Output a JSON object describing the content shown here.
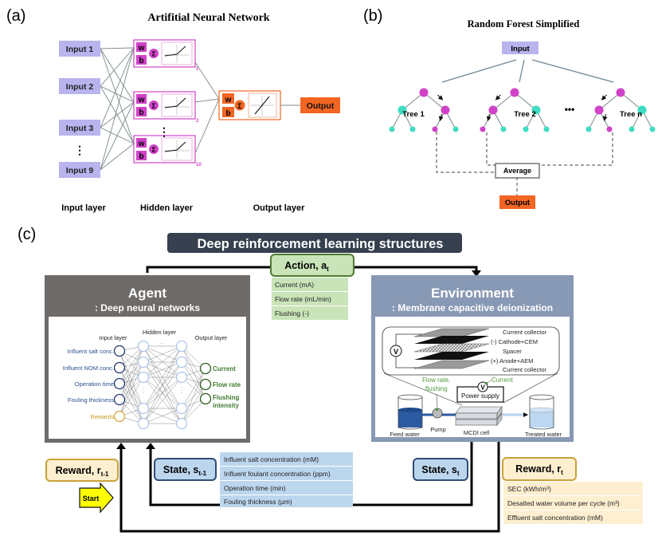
{
  "panel_a": {
    "label": "(a)",
    "title": "Artifitial Neural Network",
    "inputs": [
      "Input 1",
      "Input 2",
      "Input 3",
      "Input  9"
    ],
    "ellipsis": "⋮",
    "neuron_w": "w",
    "neuron_b": "b",
    "neuron_sum": "Σ",
    "hidden_indices": [
      "1",
      "2",
      "10"
    ],
    "output": "Output",
    "layer_labels": [
      "Input layer",
      "Hidden layer",
      "Output layer"
    ],
    "colors": {
      "input": "#b9b3ee",
      "hidden": "#d042c8",
      "output": "#f26522"
    }
  },
  "panel_b": {
    "label": "(b)",
    "title": "Random Forest Simplified",
    "input": "Input",
    "trees": [
      "Tree 1",
      "Tree 2",
      "Tree n"
    ],
    "ellipsis": "•••",
    "average": "Average",
    "output": "Output",
    "colors": {
      "decision_node": "#d042c8",
      "leaf_node": "#3fdcc3"
    }
  },
  "panel_c": {
    "label": "(c)",
    "title": "Deep reinforcement learning structures",
    "action": {
      "label": "Action, a",
      "sub": "t",
      "items": [
        "Current (mA)",
        "Flow rate (mL/min)",
        "Flushing (-)"
      ]
    },
    "agent": {
      "title": "Agent",
      "subtitle": ": Deep neural networks",
      "input_layer": "Input layer",
      "hidden_layer": "Hidden layer",
      "output_layer": "Output layer",
      "inputs": [
        "Influent salt conc.",
        "Influent NOM conc.",
        "Operation time",
        "Fouling thickness",
        "Rewards"
      ],
      "outputs": [
        "Current",
        "Flow rate",
        "Flushing",
        "intensity"
      ]
    },
    "environment": {
      "title": "Environment",
      "subtitle": ": Membrane capacitive deionization",
      "layers": [
        "Current collector",
        "(-) Cathode+CEM",
        "Spacer",
        "(+) Anode+AEM",
        "Current collector"
      ],
      "voltmeter": "V",
      "flow_label": [
        "Flow rate,",
        "flushing"
      ],
      "current_label": "Current",
      "power_supply": "Power supply",
      "feed_water": "Feed water",
      "pump": "Pump",
      "mcdi_cell": "MCDI cell",
      "treated_water": "Treated water"
    },
    "reward_prev": {
      "label": "Reward, r",
      "sub": "t-1"
    },
    "state_prev": {
      "label": "State, s",
      "sub": "t-1",
      "items": [
        "Influent salt concentration (mM)",
        "Influent foulant concentration (ppm)",
        "Operation time (min)",
        "Fouling thickness (µm)"
      ]
    },
    "state_t": {
      "label": "State, s",
      "sub": "t"
    },
    "reward_t": {
      "label": "Reward, r",
      "sub": "t",
      "items": [
        "SEC (kWh/m³)",
        "Desalted water volume per cycle (m³)",
        "Effluent salt concentration (mM)"
      ]
    },
    "start": "Start",
    "colors": {
      "banner": "#36404f",
      "agent": "#6e6b69",
      "environment": "#8899b5",
      "action_bg": "#c9e4b8",
      "action_border": "#4e7a32",
      "state_bg": "#bcd6ee",
      "state_border": "#2f4d73",
      "reward_bg": "#fdefd0",
      "reward_border": "#c8a23a",
      "start": "#ffff00"
    }
  }
}
